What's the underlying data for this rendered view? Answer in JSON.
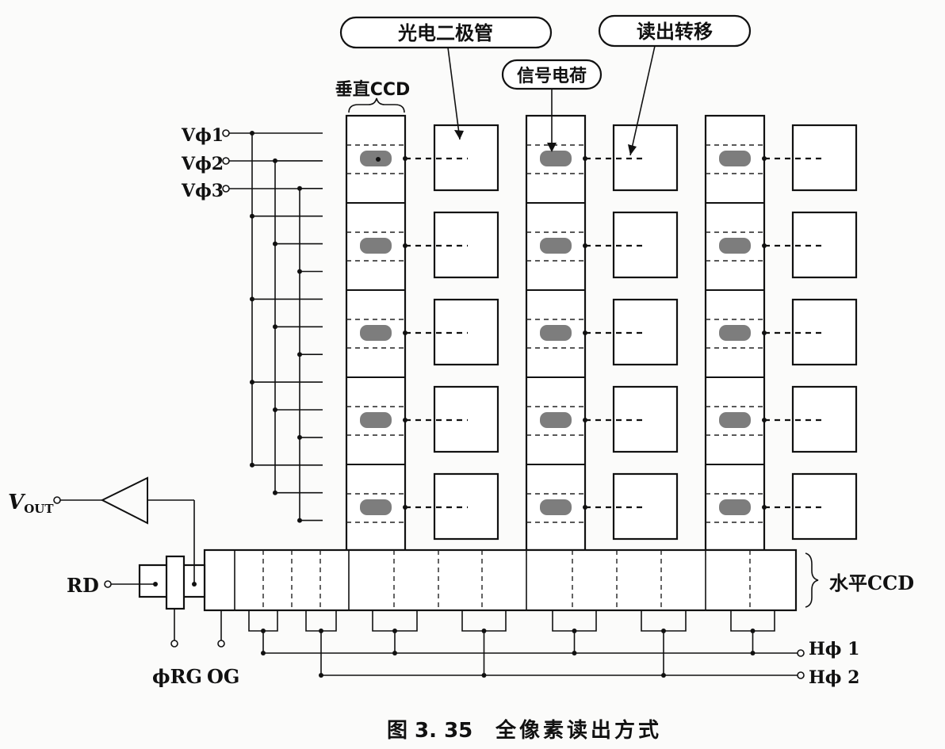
{
  "labels": {
    "photodiode": "光电二极管",
    "readout_transfer": "读出转移",
    "signal_charge": "信号电荷",
    "vertical_ccd": "垂直CCD",
    "horizontal_ccd": "水平CCD",
    "v_phi1": "Vϕ1",
    "v_phi2": "Vϕ2",
    "v_phi3": "Vϕ3",
    "vout_main": "V",
    "vout_sub": "OUT",
    "rd": "RD",
    "phi_rg": "ϕRG",
    "og": "OG",
    "h_phi1": "Hϕ 1",
    "h_phi2": "Hϕ 2"
  },
  "caption": {
    "figure_number": "图 3. 35",
    "title": "全像素读出方式"
  }
}
